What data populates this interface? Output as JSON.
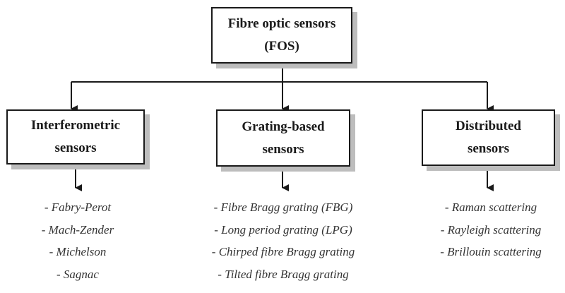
{
  "root": {
    "line1": "Fibre optic sensors",
    "line2": "(FOS)"
  },
  "categories": [
    {
      "id": "interferometric",
      "line1": "Interferometric",
      "line2": "sensors",
      "items": [
        "- Fabry-Perot",
        "- Mach-Zender",
        "- Michelson",
        "- Sagnac"
      ]
    },
    {
      "id": "grating",
      "line1": "Grating-based",
      "line2": "sensors",
      "items": [
        "- Fibre Bragg grating (FBG)",
        "- Long period grating (LPG)",
        "- Chirped fibre Bragg grating",
        "- Tilted fibre Bragg grating"
      ]
    },
    {
      "id": "distributed",
      "line1": "Distributed",
      "line2": "sensors",
      "items": [
        "- Raman scattering",
        "- Rayleigh scattering",
        "- Brillouin scattering"
      ]
    }
  ],
  "colors": {
    "line": "#1a1a1a",
    "shadow": "#bdbdbd",
    "text": "#1a1a1a",
    "italic_text": "#333333"
  }
}
